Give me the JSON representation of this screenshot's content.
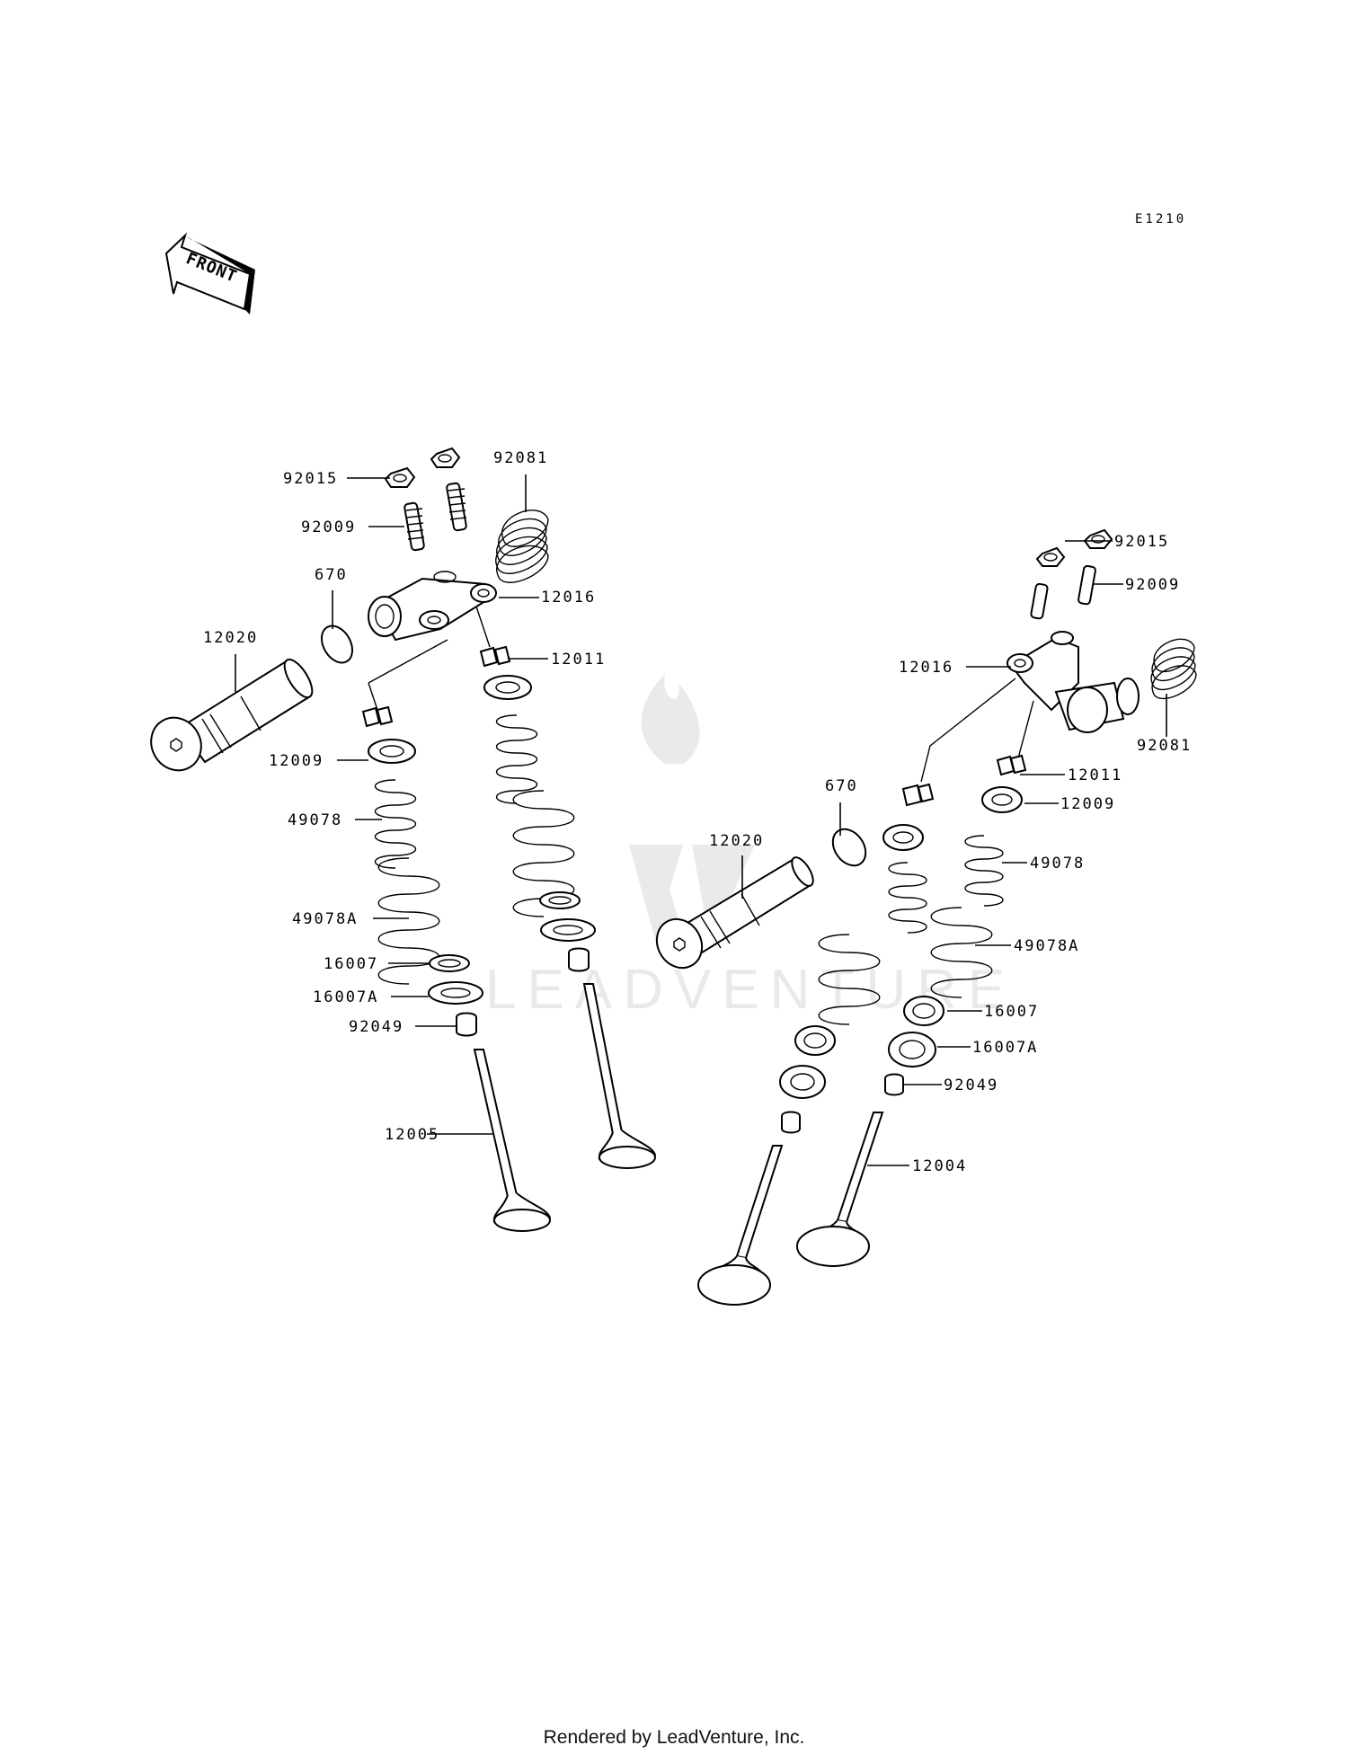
{
  "diagram": {
    "code": "E1210",
    "front_label": "FRONT",
    "watermark_text": "LEADVENTURE",
    "footer": "Rendered by LeadVenture, Inc."
  },
  "labels": {
    "L_92015": "92015",
    "L_92009": "92009",
    "L_92081": "92081",
    "L_670": "670",
    "L_12016": "12016",
    "L_12020": "12020",
    "L_12011": "12011",
    "L_12009": "12009",
    "L_49078": "49078",
    "L_49078A": "49078A",
    "L_16007": "16007",
    "L_16007A": "16007A",
    "L_92049": "92049",
    "L_12005": "12005",
    "R_92015": "92015",
    "R_92009": "92009",
    "R_12016": "12016",
    "R_92081": "92081",
    "R_12011": "12011",
    "R_670": "670",
    "R_12009": "12009",
    "R_12020": "12020",
    "R_49078": "49078",
    "R_49078A": "49078A",
    "R_16007": "16007",
    "R_16007A": "16007A",
    "R_92049": "92049",
    "R_12004": "12004"
  }
}
